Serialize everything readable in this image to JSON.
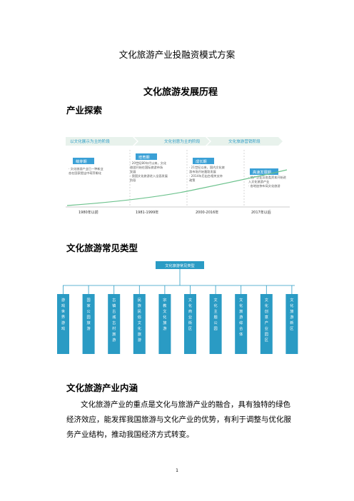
{
  "document": {
    "title": "文化旅游产业投融资模式方案",
    "section_title": "文化旅游发展历程",
    "sub1": "产业探索",
    "sub2": "文化旅游常见类型",
    "sub3": "文化旅游产业内涵",
    "para_lines": [
      "文化旅游产业的重点是文化与旅游产业的融合，具有独特的绿色",
      "经济效应，能发挥我国旅游与文化产业的优势，有利于调整与优化服",
      "务产业结构，推动我国经济方式转变。"
    ],
    "page_number": "1"
  },
  "timeline": {
    "top_bands": [
      "以文化展示为主的阶段",
      "文化创意为主的阶段",
      "文化旅游营销阶段"
    ],
    "stage_labels": [
      "萌芽期",
      "培育期",
      "成长期",
      "高速发展期"
    ],
    "stage_notes": [
      [
        "· 文化旅游产业已一种新业",
        "态在国家提出中萌芽孵化"
      ],
      [
        "· 20世纪80年代以来，文化",
        "旅游开始在国际旅游市场",
        "发展",
        "· 我国文化旅游进入全面发展",
        "阶段"
      ],
      [
        "· 21世纪以来，国内文化旅",
        "游市场开始蓬勃发展",
        "· 2014年后出台相关支持",
        "政策"
      ],
      [
        "· 地产企业及各类资本开始进",
        "入文化旅游产业",
        "· 各地加快布局文化旅游"
      ]
    ],
    "periods": [
      "1980年以前",
      "1981-1999年",
      "2000-2016年",
      "2017年以后"
    ]
  },
  "types": {
    "root": "文化旅游常见类型",
    "items": [
      "游戏世界游戏",
      "国家公园旅游",
      "古镇古城古村旅游",
      "民族民俗文化旅游",
      "宗教文化旅游",
      "文化商业街区",
      "文化主题公园",
      "文化旅游综合体",
      "文化创意产业园区",
      "文化旅游新区"
    ],
    "colors": {
      "accent": "#2a9bc4",
      "line": "#2a9bc4"
    }
  },
  "timeline_colors": {
    "band": "#e8f2ec",
    "band_text": "#2a9bc4",
    "label": "#3aa0d6",
    "curve": "#6cc28d"
  }
}
